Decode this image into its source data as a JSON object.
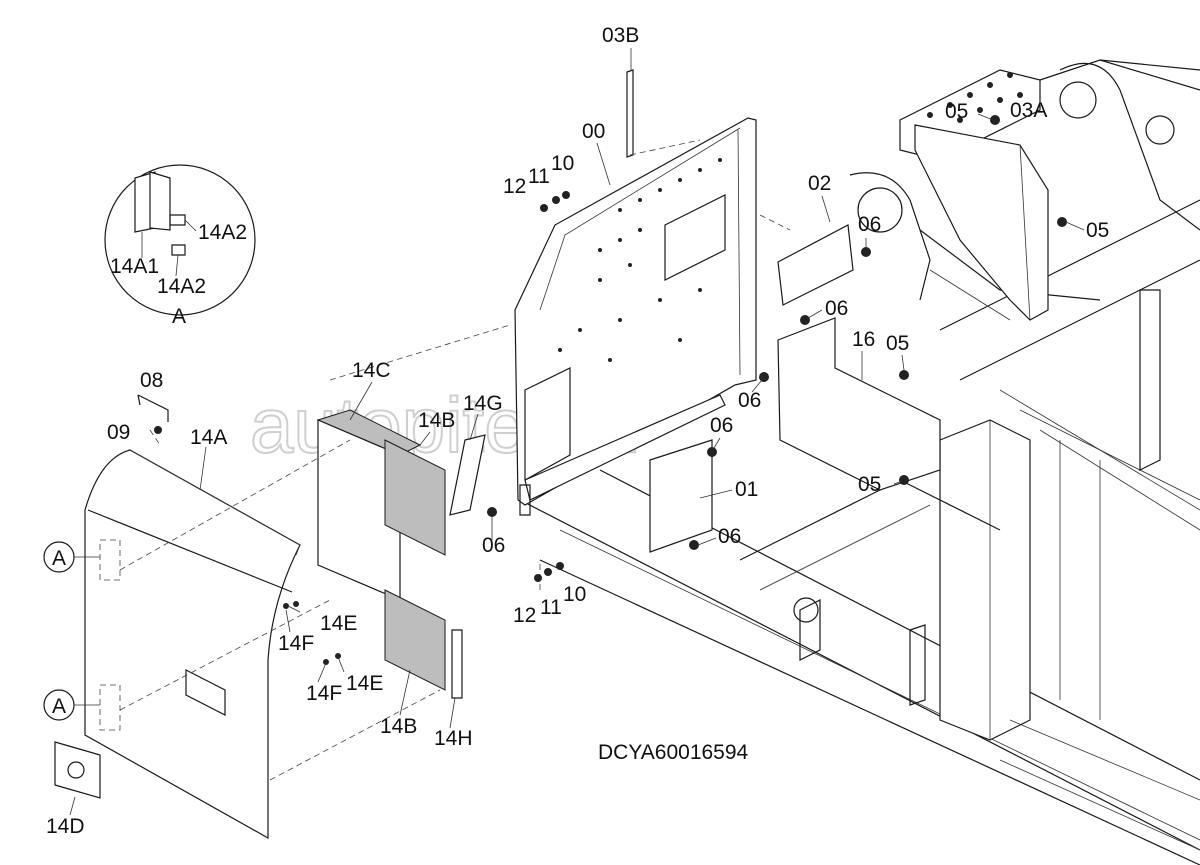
{
  "drawing_code": "DCYA60016594",
  "watermark": "autopiter.ru",
  "detail_view_label": "A",
  "callout_marks": [
    "A",
    "A"
  ],
  "part_labels": {
    "p00": "00",
    "p01": "01",
    "p02": "02",
    "p03A": "03A",
    "p03B": "03B",
    "p05a": "05",
    "p05b": "05",
    "p05c": "05",
    "p05d": "05",
    "p06a": "06",
    "p06b": "06",
    "p06c": "06",
    "p06d": "06",
    "p06e": "06",
    "p06f": "06",
    "p08": "08",
    "p09": "09",
    "p10a": "10",
    "p10b": "10",
    "p11a": "11",
    "p11b": "11",
    "p12a": "12",
    "p12b": "12",
    "p16": "16",
    "p14A": "14A",
    "p14A1": "14A1",
    "p14A2a": "14A2",
    "p14A2b": "14A2",
    "p14B1": "14B",
    "p14B2": "14B",
    "p14C": "14C",
    "p14D": "14D",
    "p14E1": "14E",
    "p14E2": "14E",
    "p14F1": "14F",
    "p14F2": "14F",
    "p14G": "14G",
    "p14H": "14H"
  }
}
